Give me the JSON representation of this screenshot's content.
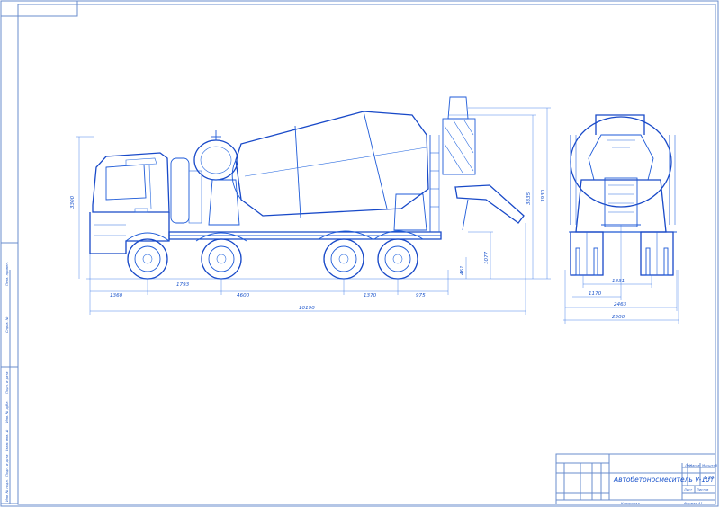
{
  "dimensions": {
    "cab_height": "3300",
    "mixer_height": "3835",
    "overall_height": "3930",
    "front_overhang": "1360",
    "axle_spacing_front": "1793",
    "wheelbase_mid": "4600",
    "rear_axle_spacing": "1370",
    "rear_overhang": "975",
    "overall_length": "10190",
    "chute_height": "1077",
    "frame_height": "461",
    "track_half": "1170",
    "track": "1831",
    "width_wheels": "2463",
    "overall_width": "2500"
  },
  "title_block": {
    "title": "Автобетоносмеситель V-10т",
    "scale": "1:20",
    "col_lit": "Лит.",
    "col_mass": "Масса",
    "col_scale": "Масштаб",
    "sheet": "Лист",
    "sheets": "Листов",
    "copied": "Копировал",
    "format": "Формат",
    "format_value": "А1"
  },
  "side_stamps": [
    "Перв. примен.",
    "Справ. №",
    "Подп. и дата",
    "Инв. № дубл.",
    "Взам. инв. №",
    "Подп. и дата",
    "Инв. № подл."
  ]
}
